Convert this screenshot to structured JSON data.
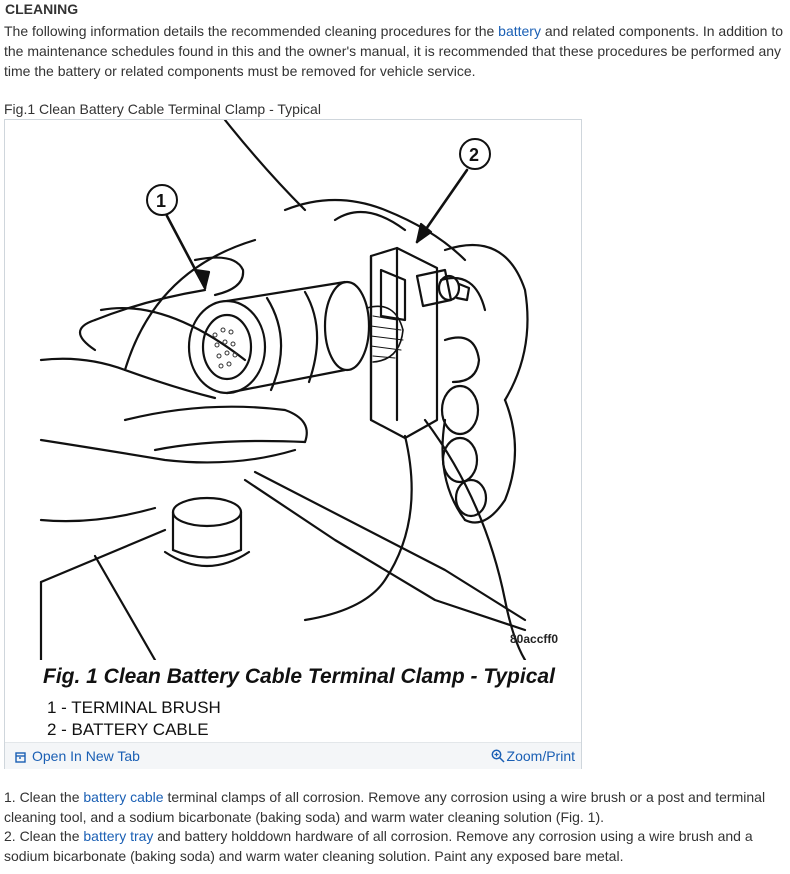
{
  "heading": "CLEANING",
  "intro": {
    "before_link": " The following information details the recommended cleaning procedures for the ",
    "link": "battery",
    "after_link": " and related components. In addition to the maintenance schedules found in this and the owner's manual, it is recommended that these procedures be performed any time the battery or related components must be removed for vehicle service."
  },
  "figure": {
    "caption": "Fig.1 Clean Battery Cable Terminal Clamp - Typical",
    "callout_1": "1",
    "callout_2": "2",
    "code": "80accff0",
    "title": "Fig. 1 Clean Battery Cable Terminal Clamp - Typical",
    "legend": [
      "1 - TERMINAL BRUSH",
      "2 - BATTERY CABLE"
    ],
    "open_tab_label": "Open In New Tab",
    "zoom_label": "Zoom/Print",
    "open_tab_icon": "open-in-new-tab-icon",
    "zoom_icon": "magnifier-zoom-icon"
  },
  "steps": [
    {
      "prefix": " 1. Clean the ",
      "link": "battery cable",
      "suffix": " terminal clamps of all corrosion. Remove any corrosion using a wire brush or a post and terminal cleaning tool, and a sodium bicarbonate (baking soda) and warm water cleaning solution (Fig. 1)."
    },
    {
      "prefix": " 2. Clean the ",
      "link": "battery tray",
      "suffix": " and battery holddown hardware of all corrosion. Remove any corrosion using a wire brush and a sodium bicarbonate (baking soda) and warm water cleaning solution. Paint any exposed bare metal."
    }
  ]
}
